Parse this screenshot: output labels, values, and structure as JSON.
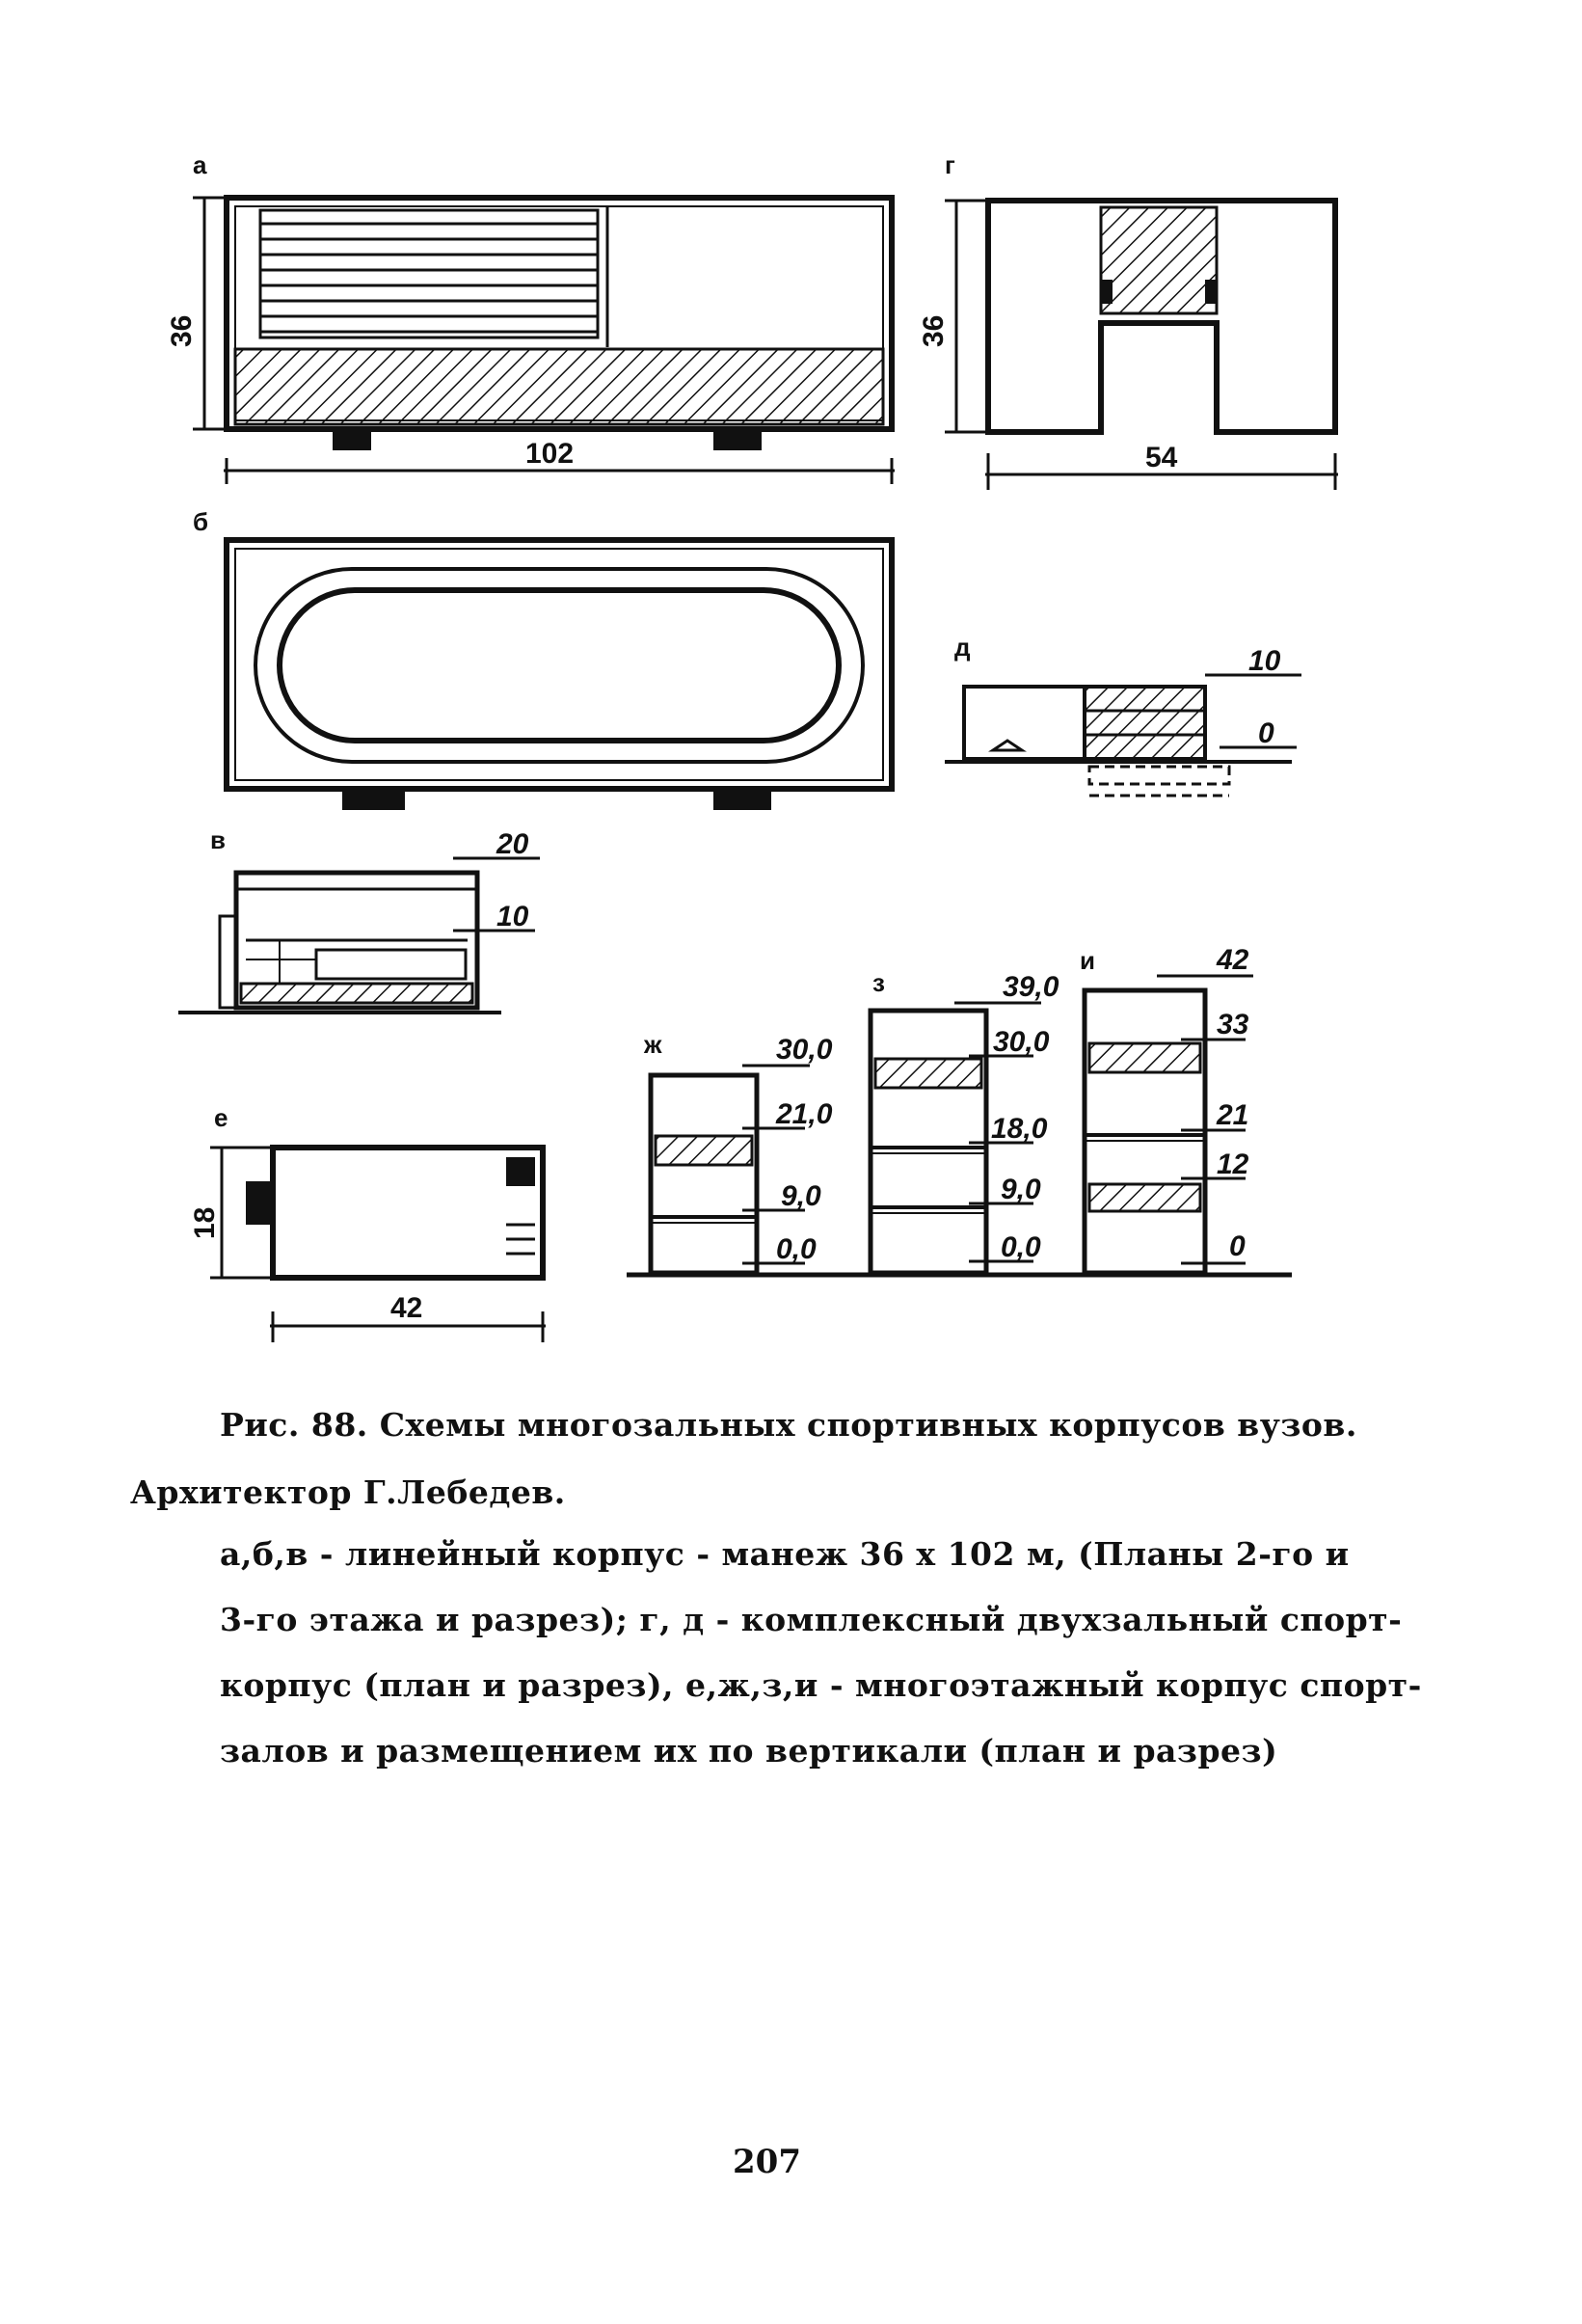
{
  "figure": {
    "labels": {
      "a": "а",
      "b": "б",
      "v": "в",
      "g": "г",
      "d": "д",
      "e": "е",
      "zh": "ж",
      "z": "з",
      "i": "и"
    },
    "dims": {
      "a_height": "36",
      "a_width": "102",
      "g_height": "36",
      "g_width": "54",
      "e_height": "18",
      "e_width": "42"
    },
    "levels": {
      "d": [
        "10",
        "0"
      ],
      "v": [
        "20",
        "10"
      ],
      "zh": [
        "30,0",
        "21,0",
        "9,0",
        "0,0"
      ],
      "z": [
        "39,0",
        "30,0",
        "18,0",
        "9,0",
        "0,0"
      ],
      "i": [
        "42",
        "33",
        "21",
        "12",
        "0"
      ]
    }
  },
  "caption": {
    "title": "Рис. 88. Схемы многозальных спортивных корпусов вузов.",
    "author": "Архитектор Г.Лебедев.",
    "lines": [
      "а,б,в - линейный корпус - манеж 36 х 102 м, (Планы 2-го и",
      "3-го этажа и разрез); г, д - комплексный двухзальный спорт-",
      "корпус (план и разрез), е,ж,з,и - многоэтажный корпус спорт-",
      "залов и размещением их по вертикали (план и разрез)"
    ]
  },
  "page_number": "207"
}
